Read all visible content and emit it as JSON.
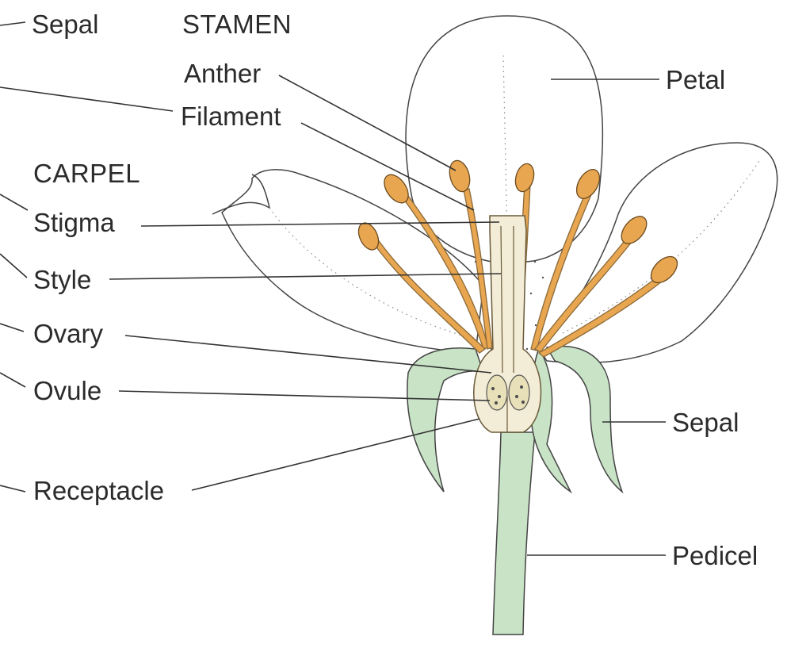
{
  "labels": {
    "sepal_top": "Sepal",
    "stamen_heading": "STAMEN",
    "anther": "Anther",
    "filament": "Filament",
    "carpel_heading": "CARPEL",
    "stigma": "Stigma",
    "style": "Style",
    "ovary": "Ovary",
    "ovule": "Ovule",
    "receptacle": "Receptacle",
    "petal": "Petal",
    "sepal_right": "Sepal",
    "pedicel": "Pedicel"
  },
  "colors": {
    "text": "#2b2b2b",
    "leader": "#333333",
    "petal_outline": "#444444",
    "sepal_fill": "#c8e3c6",
    "stamen_fill": "#e8a650",
    "ovary_fill": "#f3ecd6"
  }
}
